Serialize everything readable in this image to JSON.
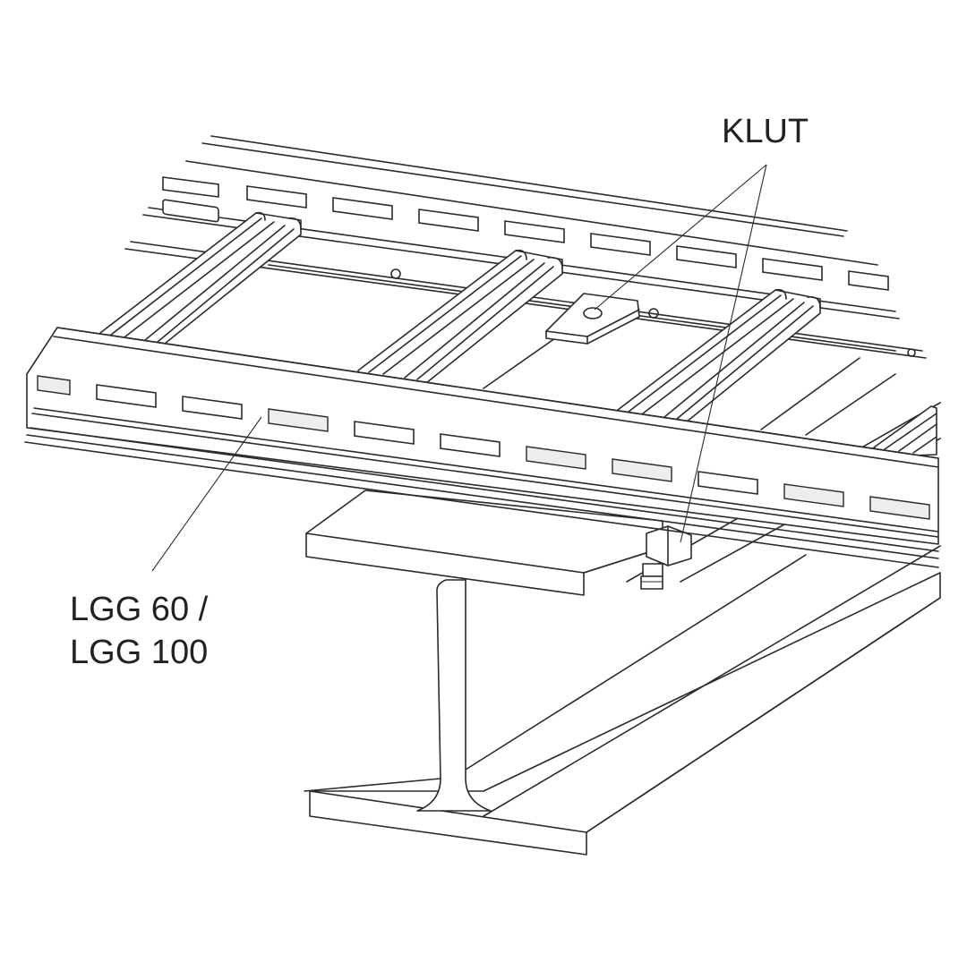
{
  "labels": {
    "klut": "KLUT",
    "lgg_line1": "LGG 60 /",
    "lgg_line2": "LGG 100"
  }
}
